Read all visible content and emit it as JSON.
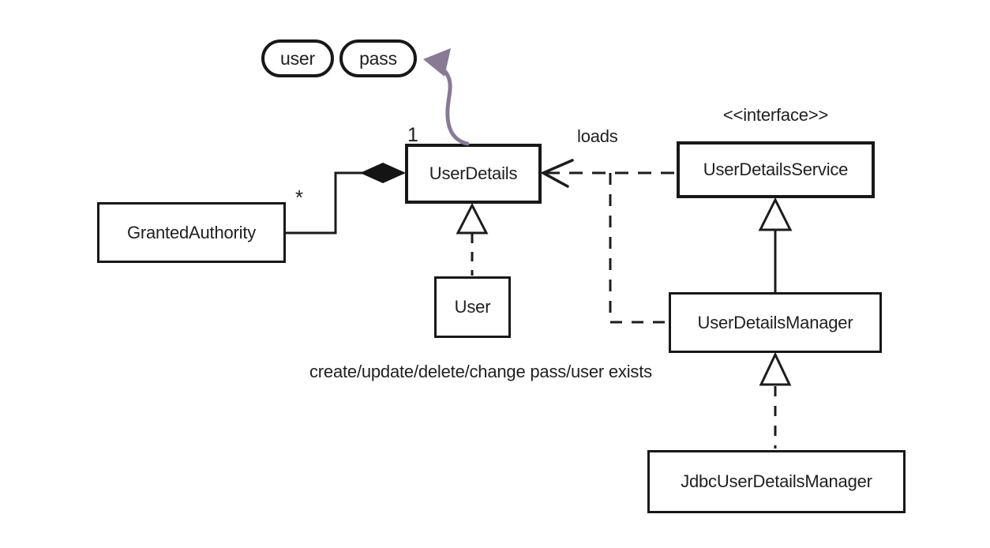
{
  "diagram": {
    "nodes": {
      "user": {
        "label": "user"
      },
      "pass": {
        "label": "pass"
      },
      "userDetails": {
        "label": "UserDetails"
      },
      "grantedAuthority": {
        "label": "GrantedAuthority"
      },
      "userClass": {
        "label": "User"
      },
      "userDetailsService": {
        "label": "UserDetailsService",
        "stereotype": "<<interface>>"
      },
      "userDetailsManager": {
        "label": "UserDetailsManager"
      },
      "jdbcUserDetailsManager": {
        "label": "JdbcUserDetailsManager"
      }
    },
    "edge_labels": {
      "loads": "loads",
      "multiplicity_target": "1",
      "multiplicity_source": "*"
    },
    "annotations": {
      "operations_note": "create/update/delete/change pass/user exists"
    },
    "relationships": [
      {
        "from": "GrantedAuthority",
        "to": "UserDetails",
        "type": "composition",
        "source_multiplicity": "*",
        "target_multiplicity": "1"
      },
      {
        "from": "User",
        "to": "UserDetails",
        "type": "realization"
      },
      {
        "from": "UserDetailsService",
        "to": "UserDetails",
        "type": "dashed-dependency",
        "label": "loads"
      },
      {
        "from": "UserDetailsManager",
        "to": "UserDetails",
        "type": "dashed-dependency"
      },
      {
        "from": "UserDetailsManager",
        "to": "UserDetailsService",
        "type": "generalization"
      },
      {
        "from": "JdbcUserDetailsManager",
        "to": "UserDetailsManager",
        "type": "realization"
      },
      {
        "from": "UserDetails",
        "to": "pass",
        "type": "highlight-arrow"
      }
    ],
    "colors": {
      "line": "#1c1c1c",
      "accent_arrow": "#877a94",
      "background": "#ffffff"
    }
  }
}
